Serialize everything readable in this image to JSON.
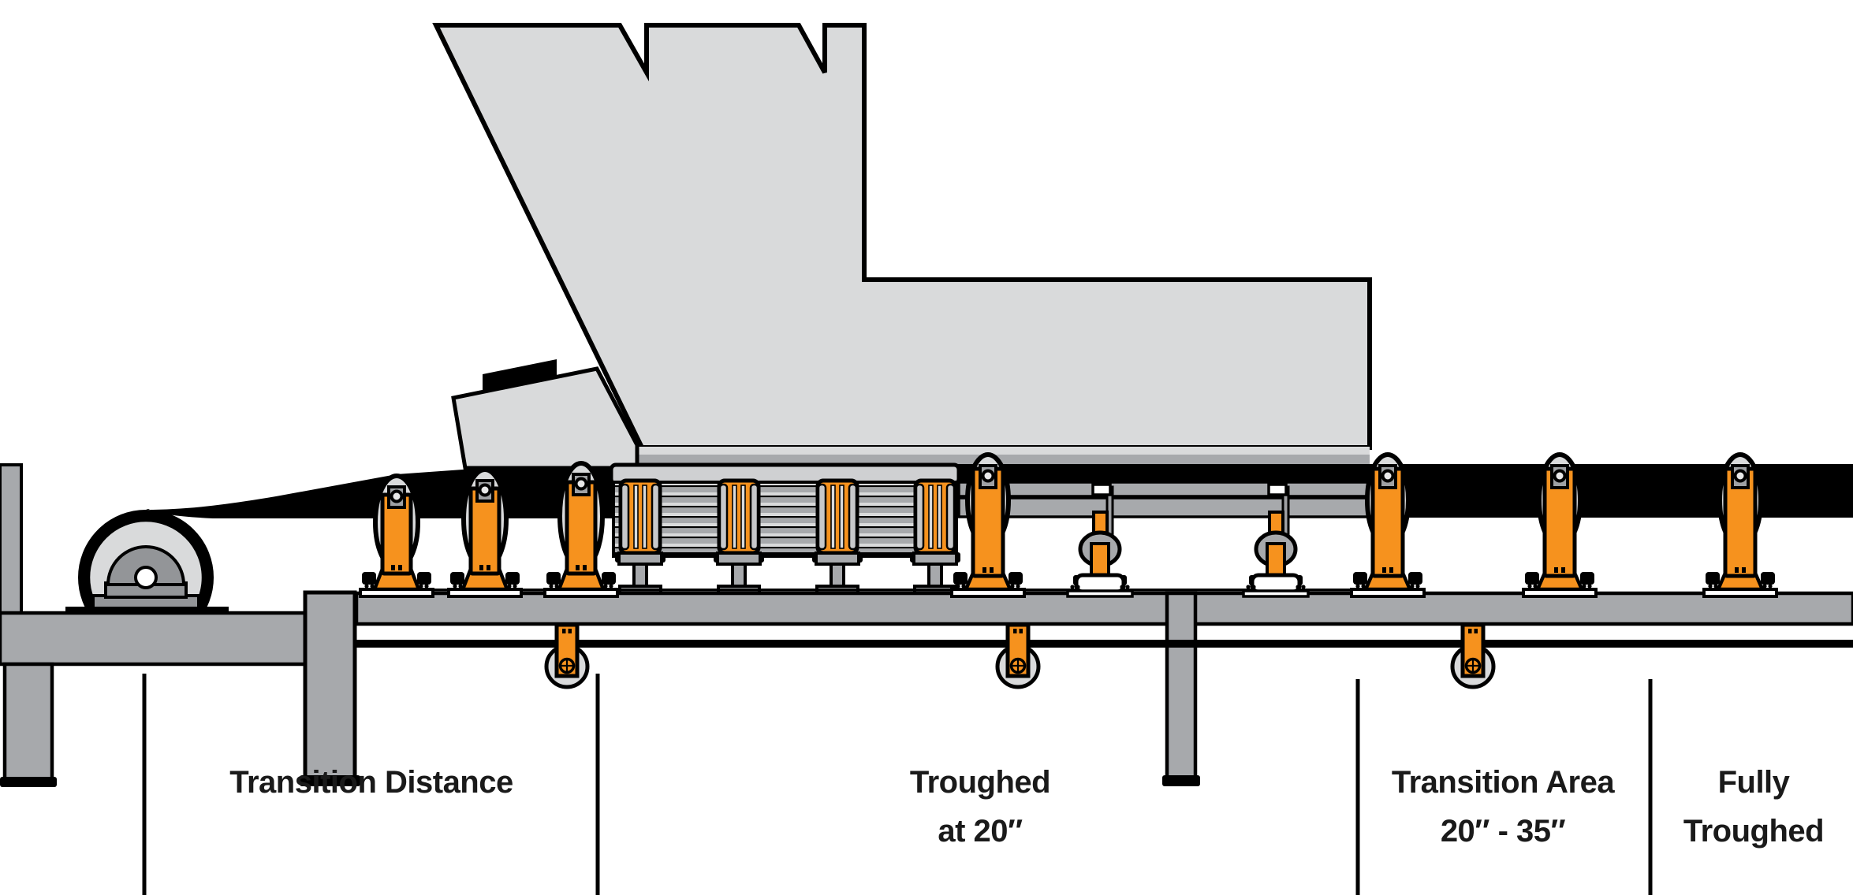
{
  "diagram": {
    "kind": "conveyor-belt-transition-side-view",
    "sections": [
      {
        "id": "transition-distance",
        "lines": [
          "Transition Distance",
          ""
        ]
      },
      {
        "id": "troughed-at-20",
        "lines": [
          "Troughed",
          "at 20″"
        ]
      },
      {
        "id": "transition-area",
        "lines": [
          "Transition Area",
          "20″ - 35″"
        ]
      },
      {
        "id": "fully-troughed",
        "lines": [
          "Fully",
          "Troughed"
        ]
      }
    ],
    "colors": {
      "belt_black": "#000000",
      "frame_gray": "#a7a9ac",
      "light_gray": "#d9dadb",
      "pedestal_gray": "#939598",
      "idler_orange": "#f6921e",
      "label_text": "#1a1a1a",
      "background": "#ffffff"
    }
  }
}
